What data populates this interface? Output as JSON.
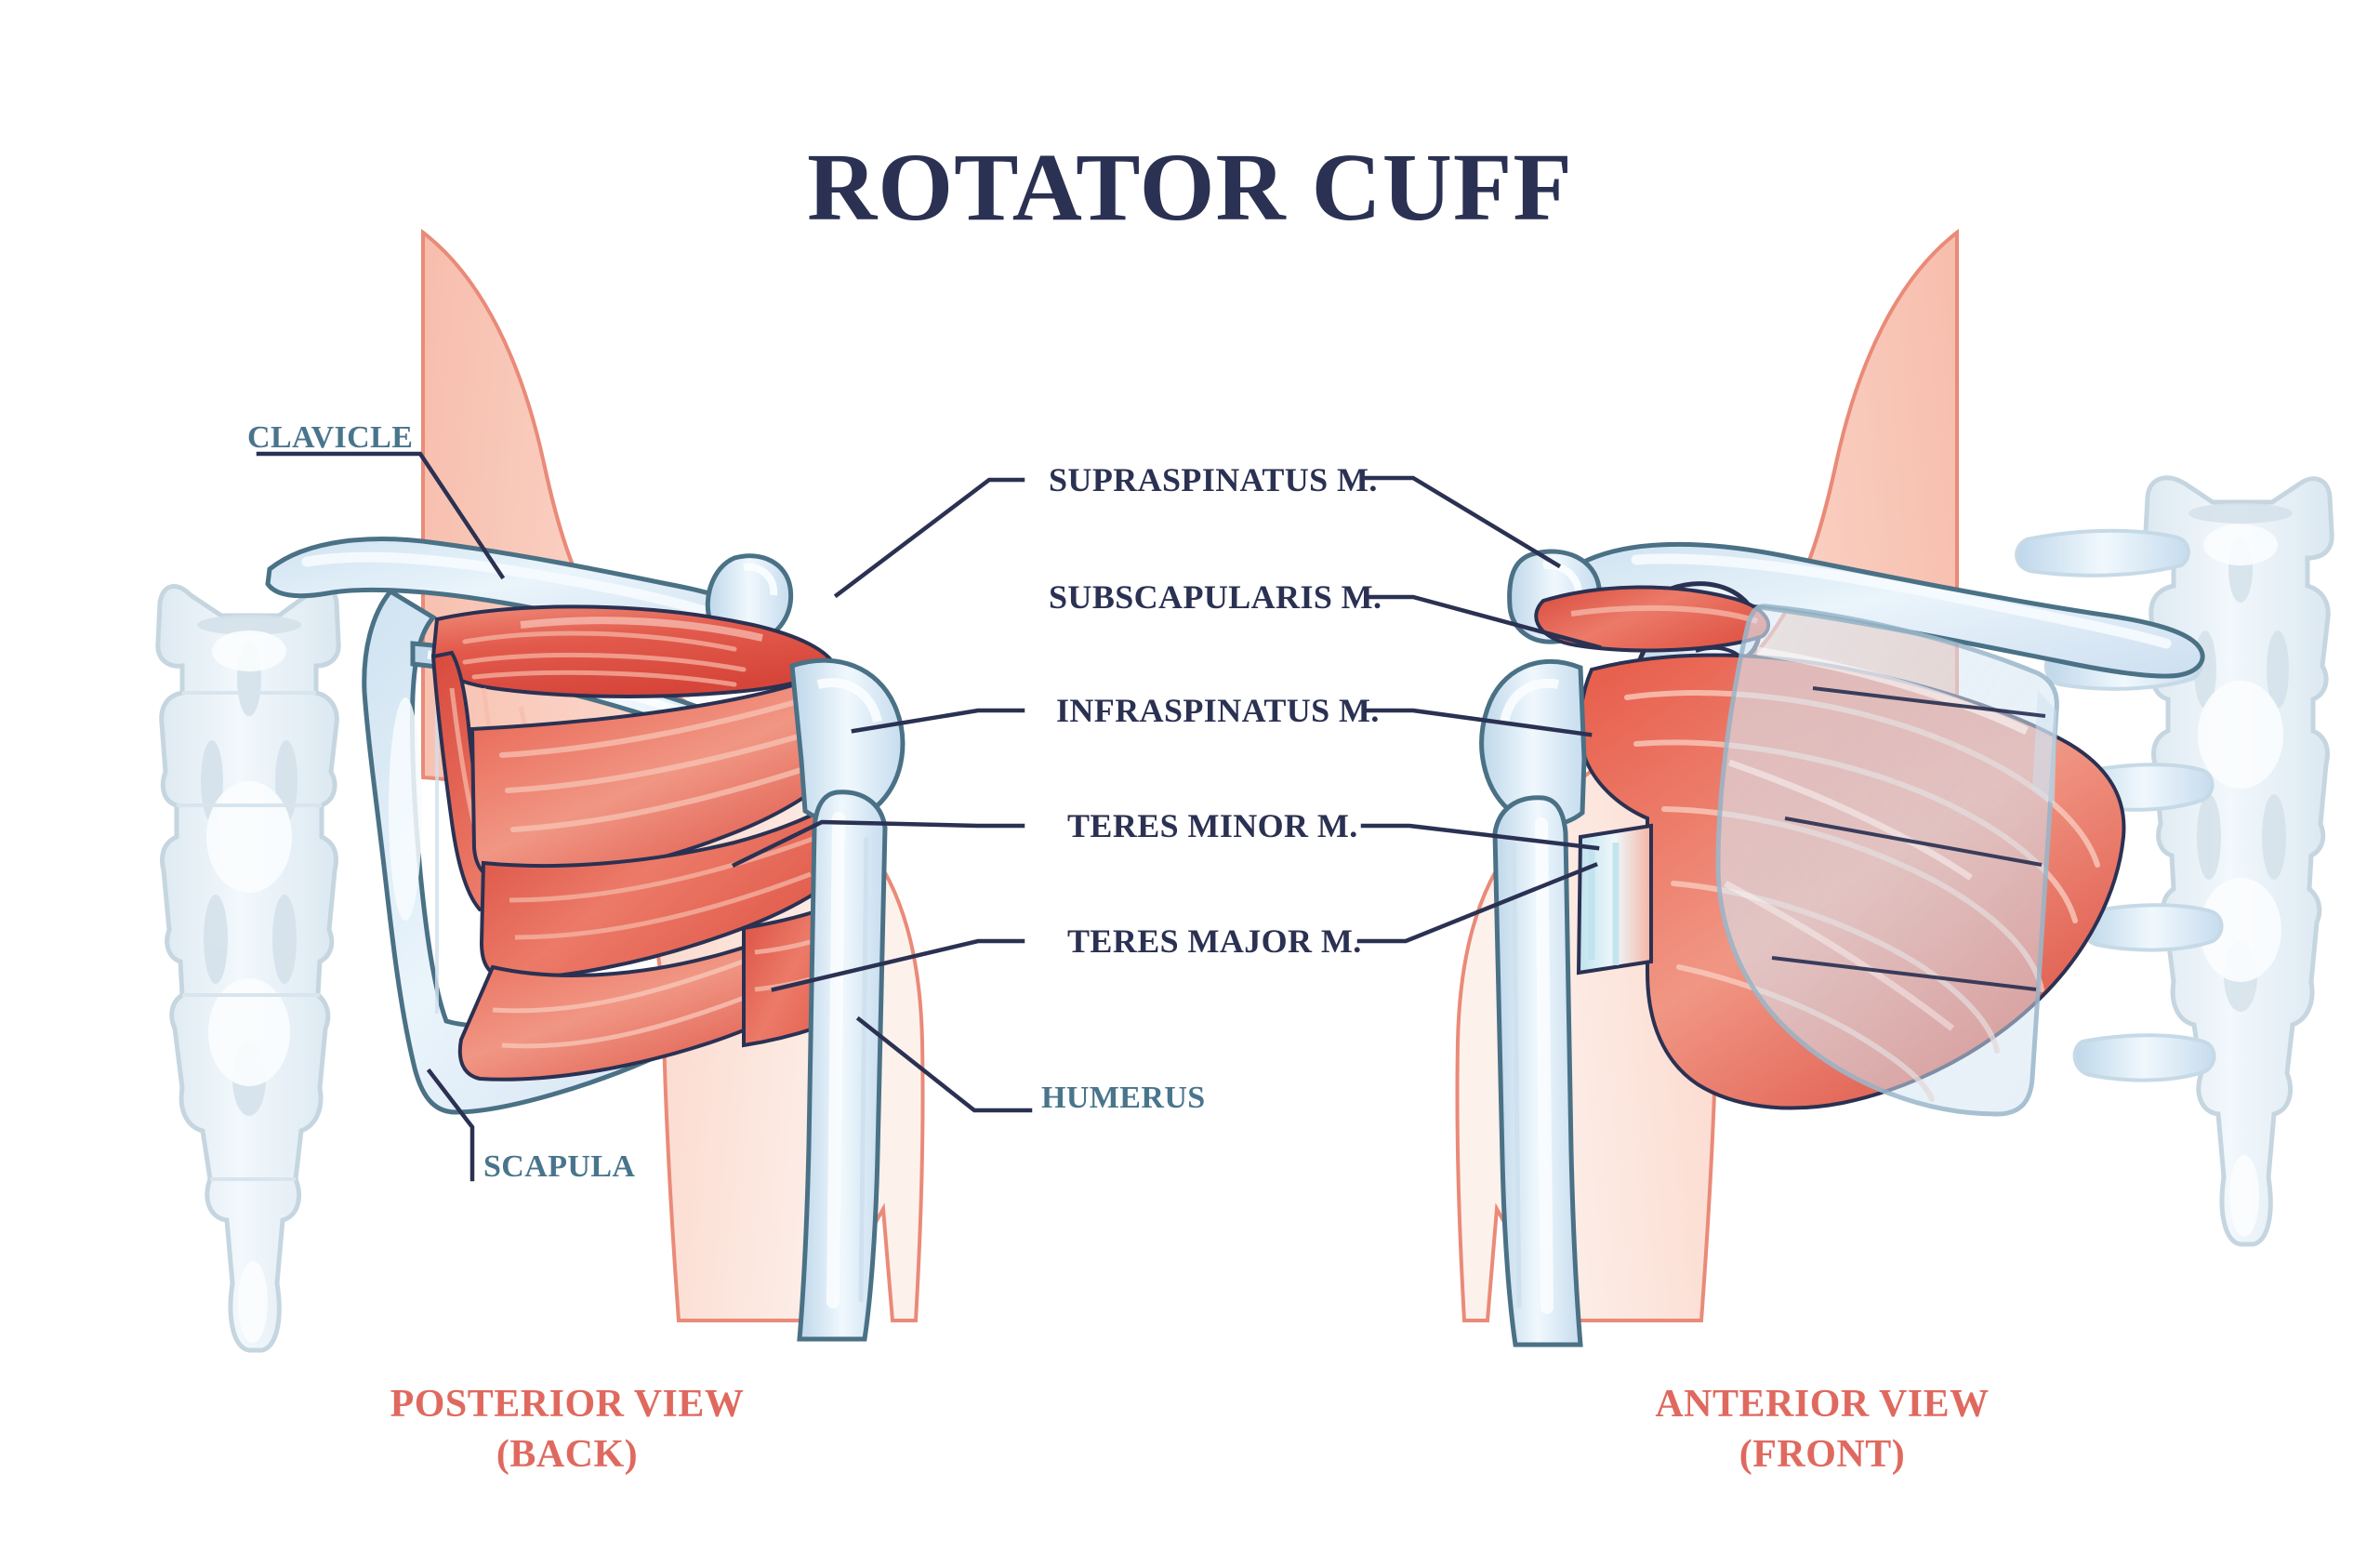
{
  "title": "ROTATOR CUFF",
  "colors": {
    "title_navy": "#2b3152",
    "muscle_label_navy": "#2b3152",
    "bone_label_teal": "#49758c",
    "caption_coral": "#e0695f",
    "leader_line": "#2b3152",
    "skin_fill": "#f7c0b0",
    "skin_outline": "#ea8a78",
    "bone_fill": "#e3eff7",
    "bone_outline": "#4a7185",
    "muscle_red": "#e2564a",
    "muscle_light": "#f0907f",
    "spine_fill": "#e9f1f6",
    "background": "#ffffff"
  },
  "muscle_labels": [
    {
      "id": "supraspinatus",
      "text": "SUPRASPINATUS M."
    },
    {
      "id": "subscapularis",
      "text": "SUBSCAPULARIS M."
    },
    {
      "id": "infraspinatus",
      "text": "INFRASPINATUS M."
    },
    {
      "id": "teres_minor",
      "text": "TERES MINOR M."
    },
    {
      "id": "teres_major",
      "text": "TERES MAJOR M."
    }
  ],
  "bone_labels": [
    {
      "id": "clavicle",
      "text": "CLAVICLE"
    },
    {
      "id": "scapula",
      "text": "SCAPULA"
    },
    {
      "id": "humerus",
      "text": "HUMERUS"
    }
  ],
  "views": [
    {
      "id": "posterior",
      "caption_line1": "POSTERIOR VIEW",
      "caption_line2": "(BACK)",
      "caption": "POSTERIOR VIEW\n(BACK)"
    },
    {
      "id": "anterior",
      "caption_line1": "ANTERIOR VIEW",
      "caption_line2": "(FRONT)",
      "caption": "ANTERIOR VIEW\n(FRONT)"
    }
  ]
}
